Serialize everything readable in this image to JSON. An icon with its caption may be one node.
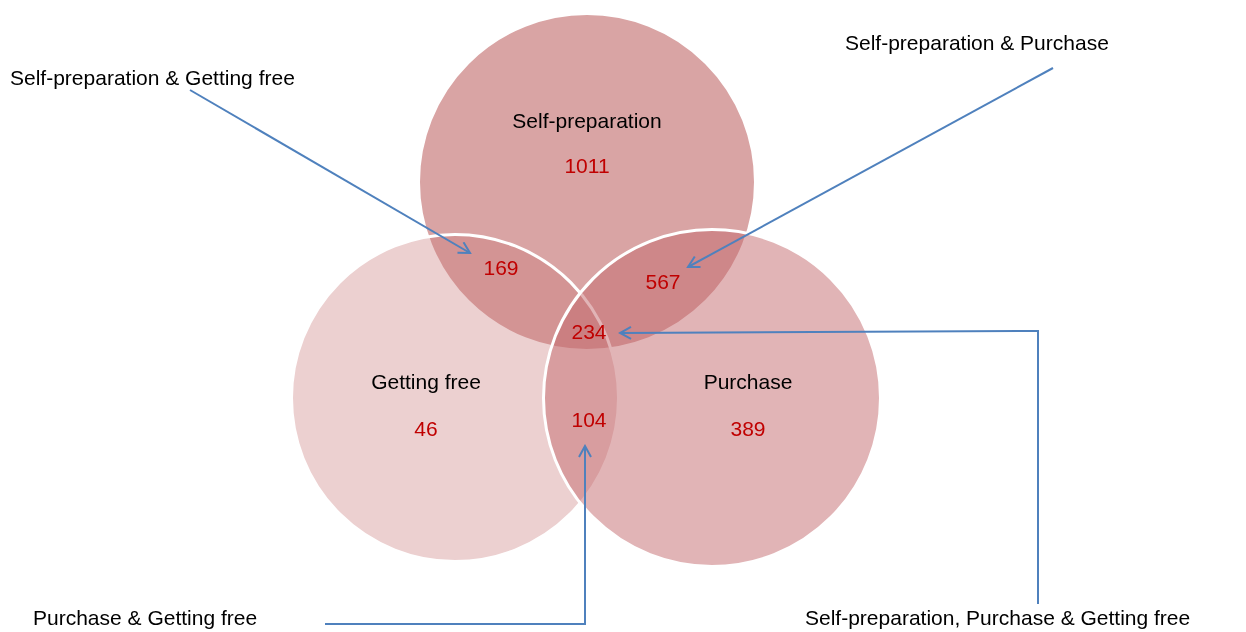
{
  "diagram": {
    "nodes": [
      {
        "text": [
          "Self-preparation",
          "1011"
        ]
      },
      {
        "text": [
          "Getting free",
          "46"
        ]
      },
      {
        "text": [
          "Purchase",
          "389"
        ]
      },
      {
        "text": [
          "169"
        ]
      },
      {
        "text": [
          "567"
        ]
      },
      {
        "text": [
          "234"
        ]
      },
      {
        "text": [
          "104"
        ]
      },
      {
        "text": [
          "Self-preparation & Getting free"
        ]
      },
      {
        "text": [
          "Self-preparation & Purchase"
        ]
      },
      {
        "text": [
          "Purchase & Getting free"
        ]
      },
      {
        "text": [
          "Self-preparation, Purchase & Getting free"
        ]
      }
    ],
    "edges": [
      {
        "from": 7,
        "to": 3,
        "arrow": "to"
      },
      {
        "from": 8,
        "to": 4,
        "arrow": "to"
      },
      {
        "from": 10,
        "to": 5,
        "arrow": "to"
      },
      {
        "from": 9,
        "to": 6,
        "arrow": "to"
      }
    ]
  }
}
